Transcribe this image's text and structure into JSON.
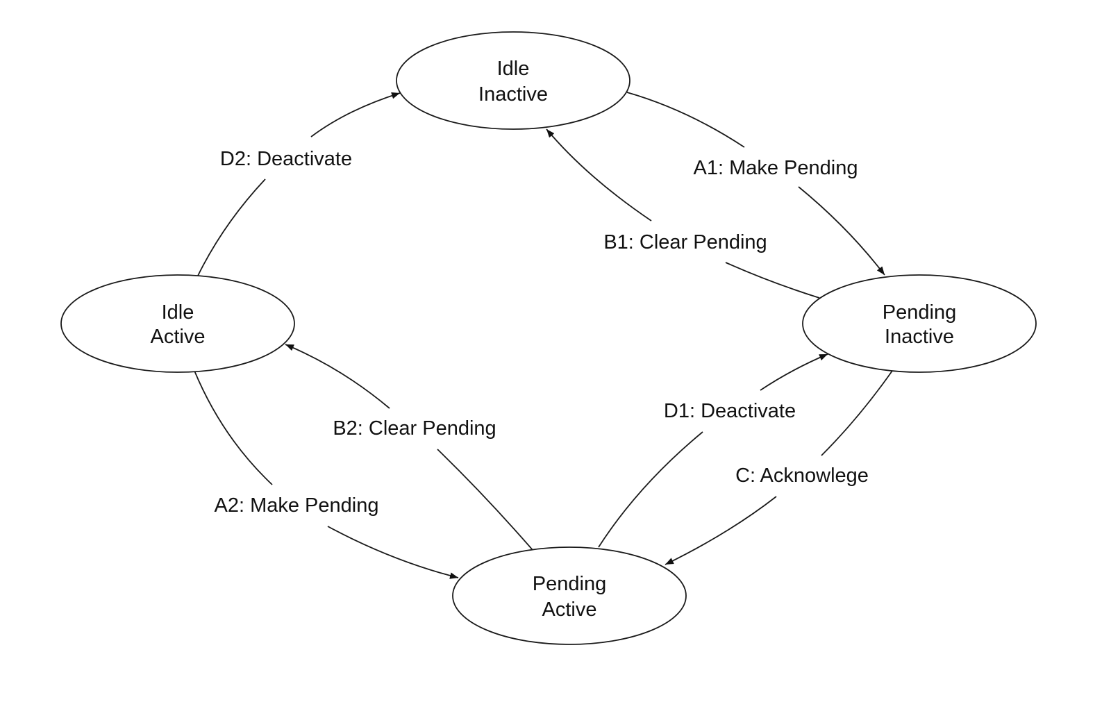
{
  "states": {
    "idle_inactive": {
      "line1": "Idle",
      "line2": "Inactive"
    },
    "idle_active": {
      "line1": "Idle",
      "line2": "Active"
    },
    "pending_inactive": {
      "line1": "Pending",
      "line2": "Inactive"
    },
    "pending_active": {
      "line1": "Pending",
      "line2": "Active"
    }
  },
  "transitions": {
    "a1": "A1: Make Pending",
    "a2": "A2: Make Pending",
    "b1": "B1: Clear Pending",
    "b2": "B2: Clear Pending",
    "c": "C: Acknowlege",
    "d1": "D1: Deactivate",
    "d2": "D2: Deactivate"
  },
  "colors": {
    "stroke": "#1a1a1a",
    "text": "#111111",
    "background": "#ffffff"
  }
}
